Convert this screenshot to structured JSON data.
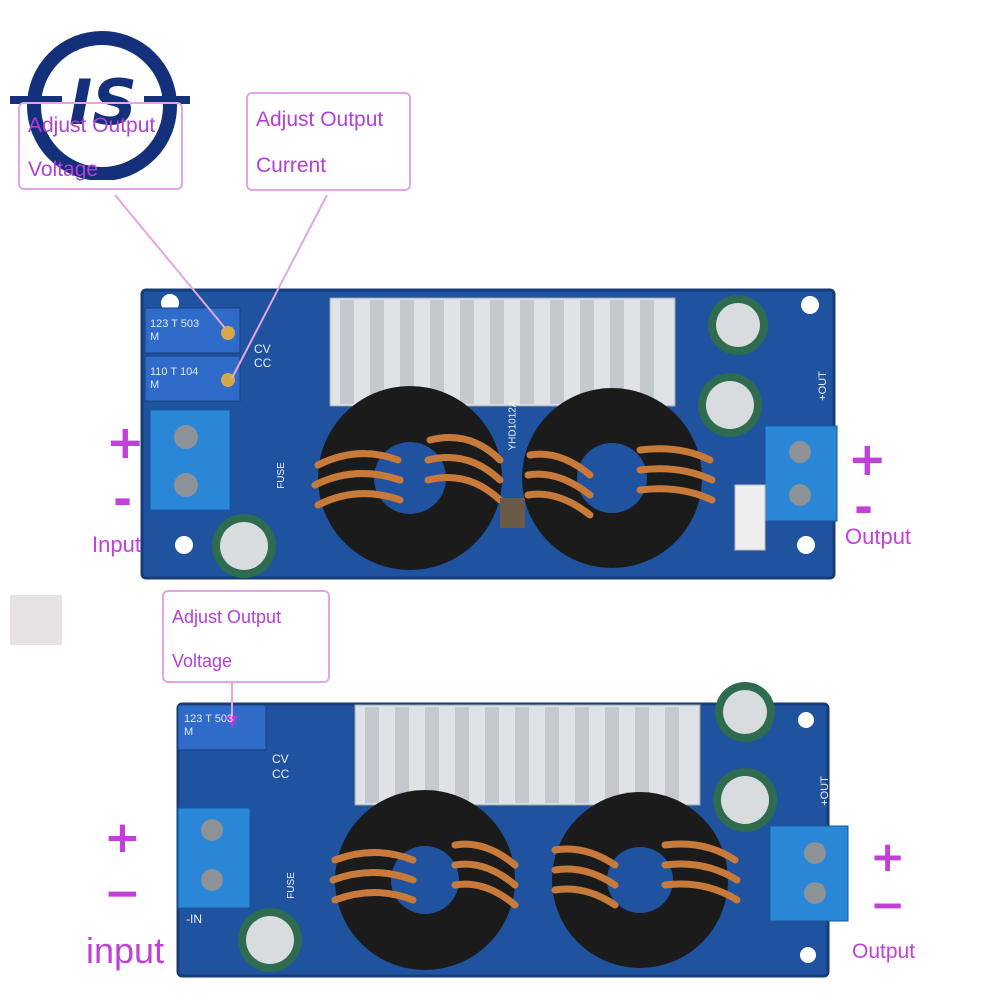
{
  "logo": {
    "text": "IS"
  },
  "top_board": {
    "callouts": [
      {
        "line1": "Adjust Output",
        "line2": "Voltage"
      },
      {
        "line1": "Adjust Output",
        "line2": "Current"
      }
    ],
    "plus": "+",
    "minus": "-",
    "input_label": "Input",
    "output_label": "Output",
    "pot1": "123 T 503 M",
    "pot2": "110 T 104 M",
    "silk": [
      "CV",
      "CC",
      "FUSE",
      "YHD1012A",
      "+OUT"
    ]
  },
  "bottom_board": {
    "callout": {
      "line1": "Adjust Output",
      "line2": "Voltage"
    },
    "plus": "+",
    "minus": "−",
    "input_label": "input",
    "output_label": "Output",
    "pot1": "123 T 503 M",
    "silk": [
      "CV",
      "CC",
      "FUSE",
      "-IN",
      "+OUT"
    ]
  },
  "colors": {
    "accent": "#c040d8",
    "pcb": "#1d4f97",
    "heatsink": "#d8dde3",
    "copper": "#c87a3a"
  }
}
